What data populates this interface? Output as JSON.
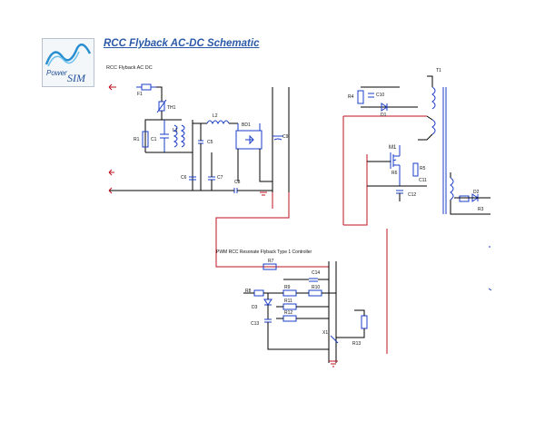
{
  "header": {
    "title": "RCC Flyback AC-DC Schematic",
    "subtitle": "RCC Flyback AC DC",
    "logo_text_a": "Power",
    "logo_text_b": "SIM"
  },
  "schematic": {
    "block_label": "PWM RCC Resonate Flyback Type 1 Controller",
    "components": {
      "F1": "F1",
      "TH1": "TH1",
      "L2": "L2",
      "BD1": "BD1",
      "R1": "R1",
      "C1": "C1",
      "L1": "L1",
      "C5": "C5",
      "C6": "C6",
      "C7": "C7",
      "C8": "C8",
      "C9": "C9",
      "R4": "R4",
      "C10": "C10",
      "D1": "D1",
      "M1": "M1",
      "R6": "R6",
      "R5": "R5",
      "C11": "C11",
      "C12": "C12",
      "T1": "T1",
      "D2": "D2",
      "R3": "R3",
      "R7": "R7",
      "C14": "C14",
      "R8": "R8",
      "R9": "R9",
      "R10": "R10",
      "D3": "D3",
      "R11": "R11",
      "R12": "R12",
      "C13": "C13",
      "X1": "X1",
      "R13": "R13"
    },
    "colors": {
      "wire": "#000000",
      "trace": "#c01020",
      "component": "#1a3cc8",
      "title": "#2b5aa8"
    }
  }
}
